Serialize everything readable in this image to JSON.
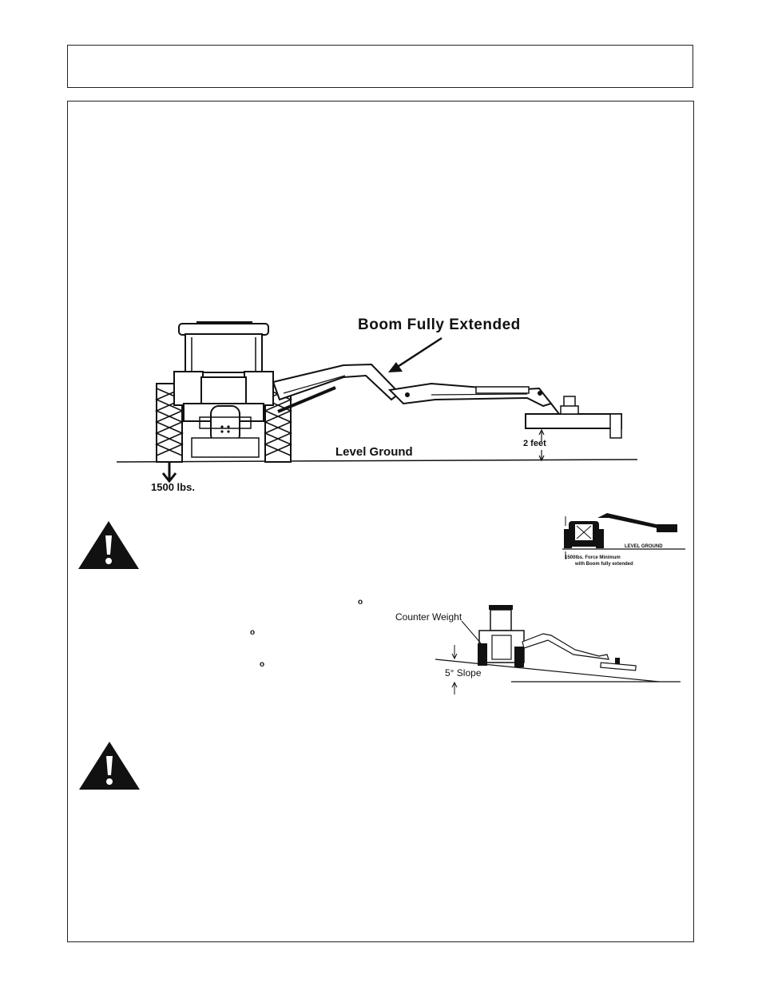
{
  "header": {
    "title": ""
  },
  "figure_main": {
    "boom_label": "Boom Fully Extended",
    "ground_label": "Level Ground",
    "height_label": "2 feet",
    "force_label": "1500 lbs."
  },
  "figure_small": {
    "ground_label": "LEVEL GROUND",
    "caption_line1": "1500lbs. Force Minimum",
    "caption_line2": "with Boom fully extended"
  },
  "figure_slope": {
    "counterweight_label": "Counter Weight",
    "slope_label": "5° Slope"
  },
  "degree_marks": [
    "o",
    "o",
    "o"
  ],
  "warnings": [
    {
      "icon": "warning-triangle-icon"
    },
    {
      "icon": "warning-triangle-icon"
    }
  ]
}
